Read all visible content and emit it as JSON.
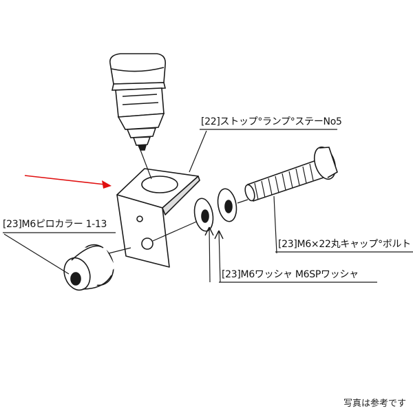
{
  "labels": {
    "stay": "[22]ストップ°ランプ°ステーNo5",
    "collar": "[23]M6ピロカラー 1-13",
    "bolt": "[23]M6×22丸キャップ°ボルト",
    "washer": "[23]M6ワッシャ M6SPワッシャ"
  },
  "caption": "写真は参考です",
  "colors": {
    "line": "#1a1a1a",
    "arrow": "#e01010",
    "background": "#ffffff"
  }
}
